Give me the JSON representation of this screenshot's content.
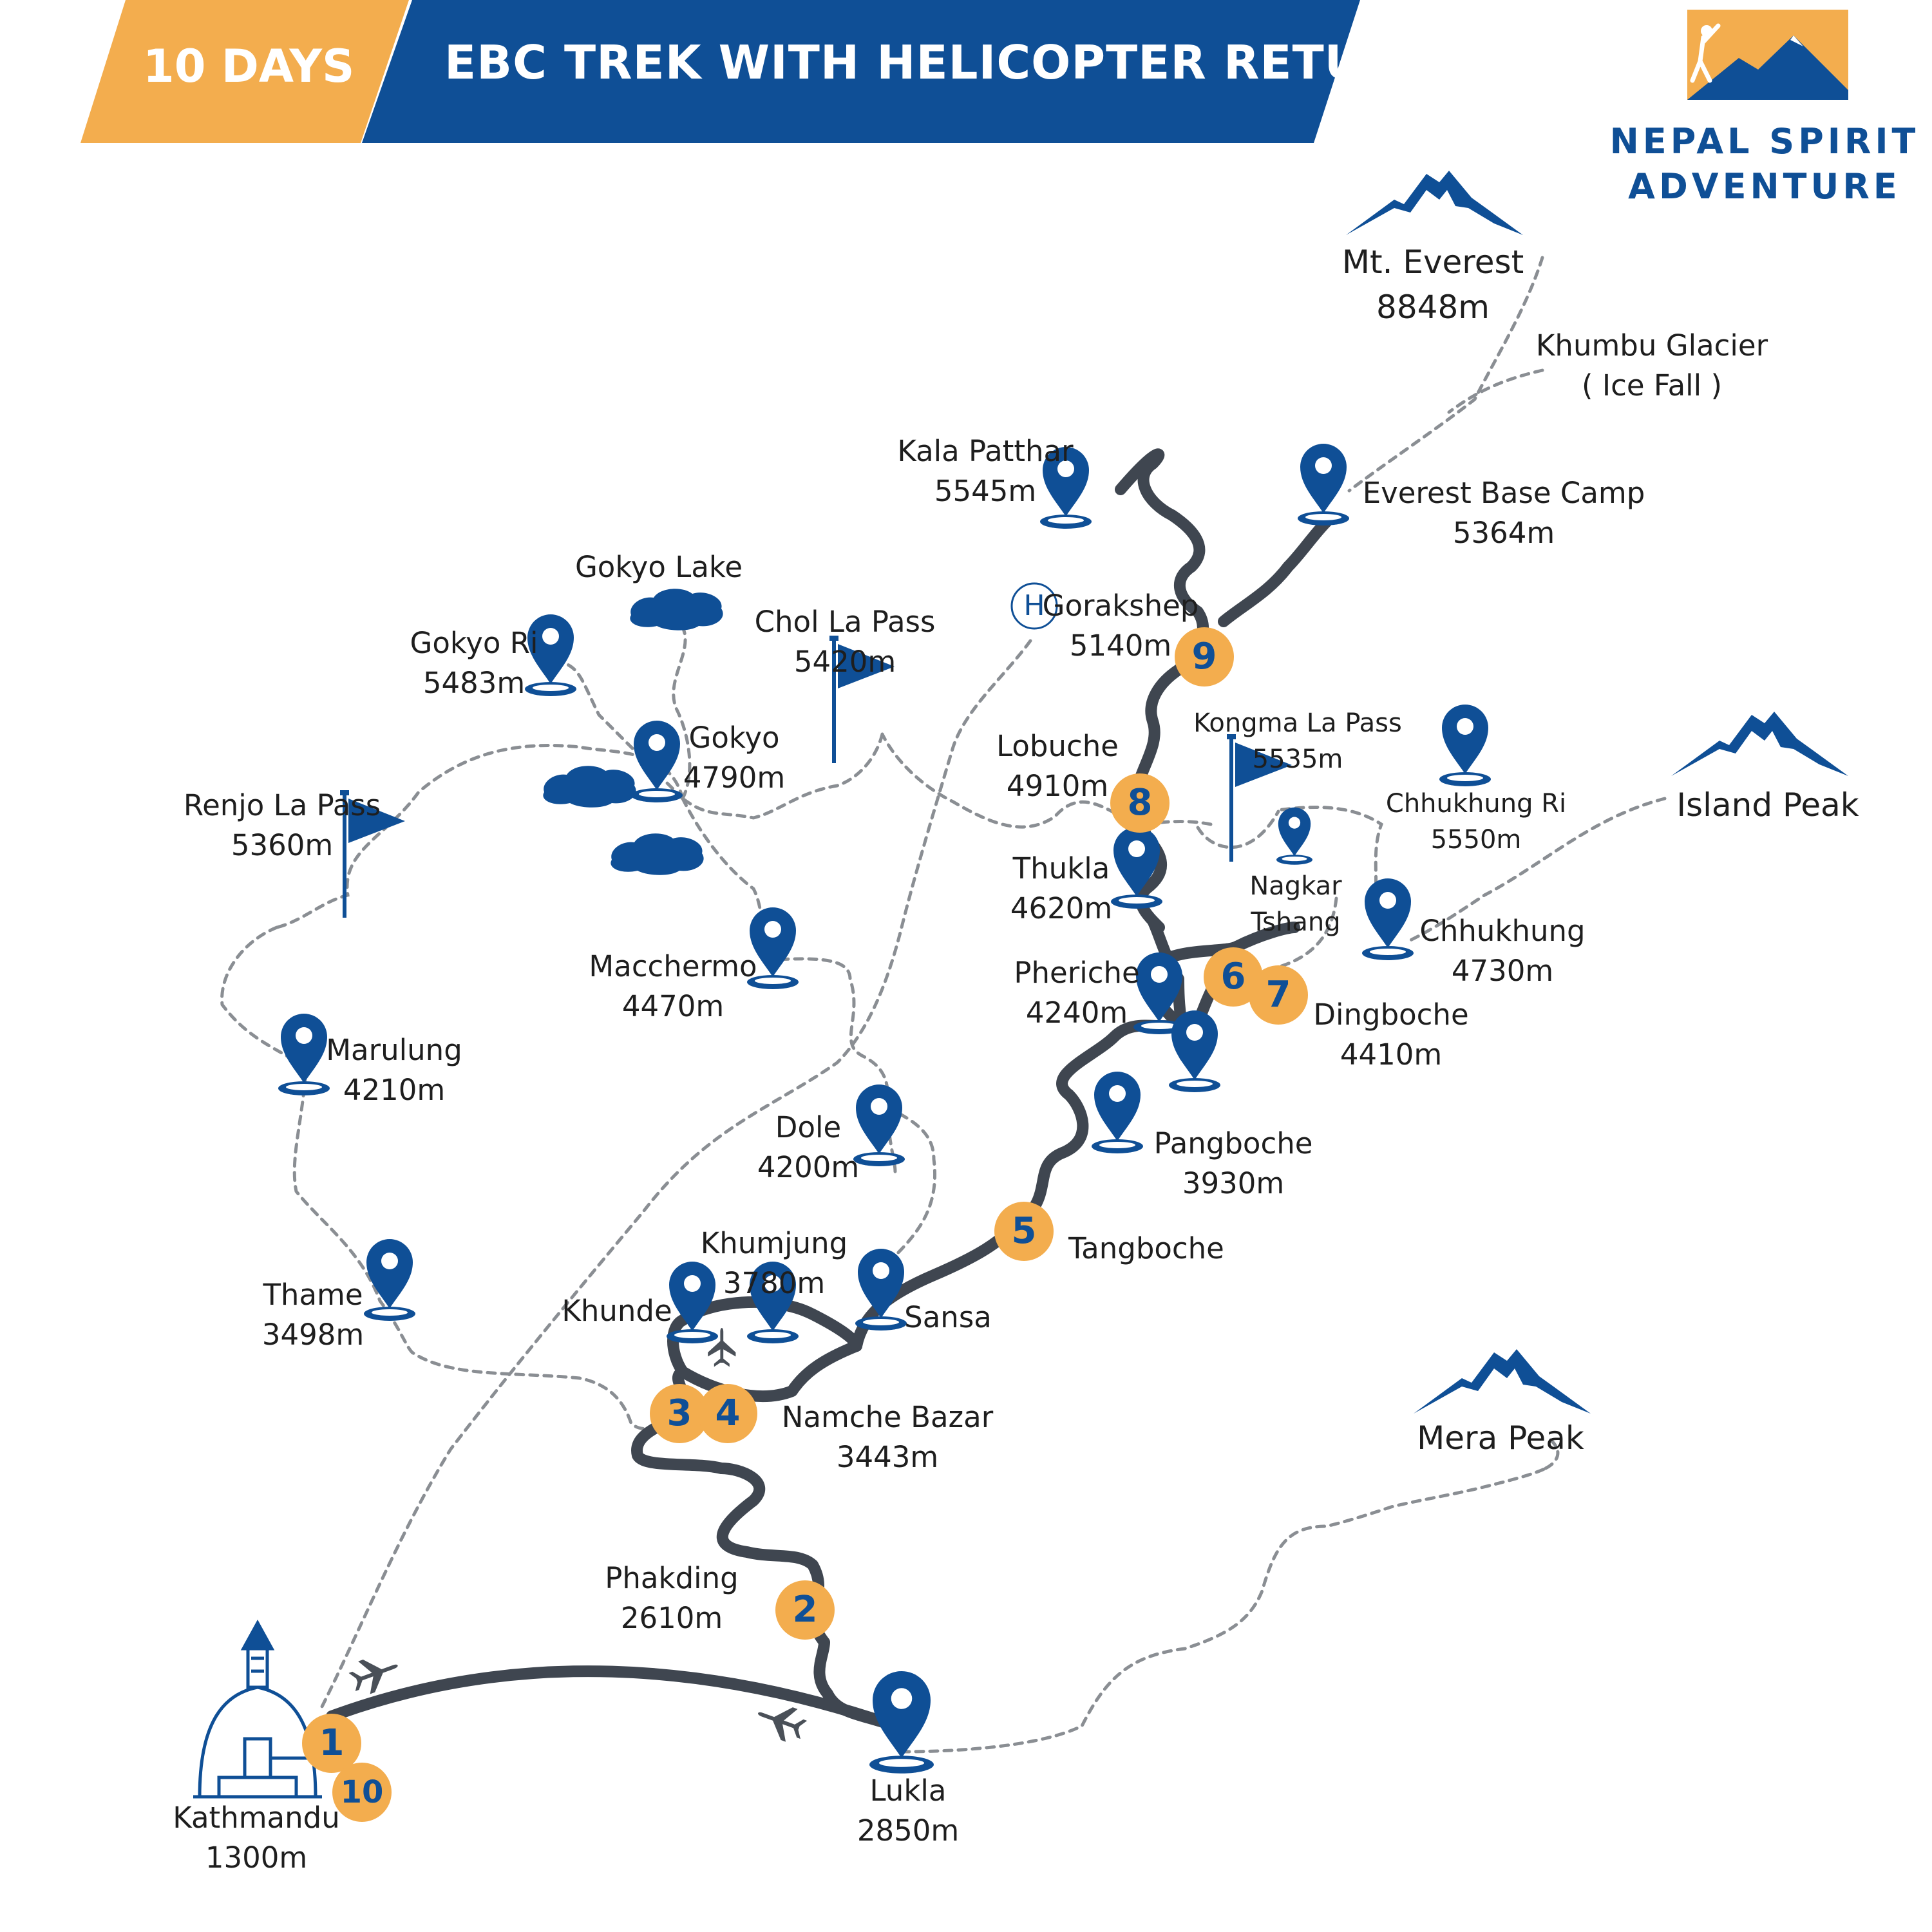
{
  "banner": {
    "days": "10 DAYS",
    "title": "EBC TREK WITH HELICOPTER RETURN"
  },
  "brand": {
    "line1": "NEPAL SPIRIT",
    "line2": "ADVENTURE"
  },
  "heliport_symbol": "H",
  "colors": {
    "navy": "#0f4f96",
    "orange": "#f3ad4e",
    "route": "#3f4650",
    "trail": "#8a8e93"
  },
  "places": {
    "everest": {
      "name": "Mt. Everest",
      "elev": "8848m"
    },
    "khumbu": {
      "name": "Khumbu Glacier",
      "sub": "( Ice Fall )"
    },
    "kala": {
      "name": "Kala Patthar",
      "elev": "5545m"
    },
    "ebc": {
      "name": "Everest Base Camp",
      "elev": "5364m"
    },
    "gokyolake": {
      "name": "Gokyo Lake"
    },
    "gorakshep": {
      "name": "Gorakshep",
      "elev": "5140m"
    },
    "gokyori": {
      "name": "Gokyo Ri",
      "elev": "5483m"
    },
    "chola": {
      "name": "Chol La Pass",
      "elev": "5420m"
    },
    "gokyo": {
      "name": "Gokyo",
      "elev": "4790m"
    },
    "lobuche": {
      "name": "Lobuche",
      "elev": "4910m"
    },
    "kongma": {
      "name": "Kongma La Pass",
      "elev": "5535m"
    },
    "chhukhungri": {
      "name": "Chhukhung Ri",
      "elev": "5550m"
    },
    "island": {
      "name": "Island Peak"
    },
    "renjo": {
      "name": "Renjo La Pass",
      "elev": "5360m"
    },
    "thukla": {
      "name": "Thukla",
      "elev": "4620m"
    },
    "nagkar": {
      "name": "Nagkar",
      "sub": "Tshang"
    },
    "chhukhung": {
      "name": "Chhukhung",
      "elev": "4730m"
    },
    "macchermo": {
      "name": "Macchermo",
      "elev": "4470m"
    },
    "pheriche": {
      "name": "Pheriche",
      "elev": "4240m"
    },
    "dingboche": {
      "name": "Dingboche",
      "elev": "4410m"
    },
    "marulung": {
      "name": "Marulung",
      "elev": "4210m"
    },
    "pangboche": {
      "name": "Pangboche",
      "elev": "3930m"
    },
    "dole": {
      "name": "Dole",
      "elev": "4200m"
    },
    "tangboche": {
      "name": "Tangboche"
    },
    "khumjung": {
      "name": "Khumjung",
      "elev": "3780m"
    },
    "thame": {
      "name": "Thame",
      "elev": "3498m"
    },
    "khunde": {
      "name": "Khunde"
    },
    "sansa": {
      "name": "Sansa"
    },
    "namche": {
      "name": "Namche Bazar",
      "elev": "3443m"
    },
    "mera": {
      "name": "Mera Peak"
    },
    "phakding": {
      "name": "Phakding",
      "elev": "2610m"
    },
    "kathmandu": {
      "name": "Kathmandu",
      "elev": "1300m"
    },
    "lukla": {
      "name": "Lukla",
      "elev": "2850m"
    }
  },
  "days": {
    "d1": "1",
    "d2": "2",
    "d3": "3",
    "d4": "4",
    "d5": "5",
    "d6": "6",
    "d7": "7",
    "d8": "8",
    "d9": "9",
    "d10": "10"
  },
  "icons": {
    "location": "map-pin-icon",
    "pass": "flag-icon",
    "peak": "mountain-icon",
    "lake": "lake-icon",
    "flight": "airplane-icon",
    "heliport": "helipad-icon",
    "city": "stupa-icon",
    "logo": "hiker-mountain-logo"
  }
}
